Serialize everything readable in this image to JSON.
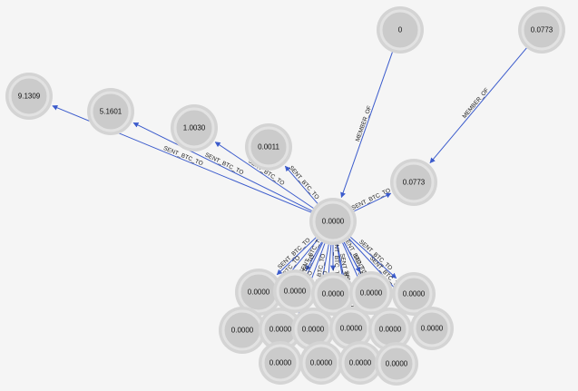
{
  "graph": {
    "nodes": [
      {
        "id": "n_center",
        "label": "0.0000"
      },
      {
        "id": "n_a",
        "label": "9.1309"
      },
      {
        "id": "n_b",
        "label": "5.1601"
      },
      {
        "id": "n_c",
        "label": "1.0030"
      },
      {
        "id": "n_d",
        "label": "0.0011"
      },
      {
        "id": "n_e",
        "label": "0"
      },
      {
        "id": "n_f",
        "label": "0.0773"
      },
      {
        "id": "n_g",
        "label": "0.0773"
      },
      {
        "id": "c1",
        "label": "0.0000"
      },
      {
        "id": "c2",
        "label": "0.0000"
      },
      {
        "id": "c3",
        "label": "0.0000"
      },
      {
        "id": "c4",
        "label": "0.0000"
      },
      {
        "id": "c5",
        "label": "0.0000"
      },
      {
        "id": "c6",
        "label": "0.0000"
      },
      {
        "id": "c7",
        "label": "0.0000"
      },
      {
        "id": "c8",
        "label": "0.0000"
      },
      {
        "id": "c9",
        "label": "0.0000"
      },
      {
        "id": "c10",
        "label": "0.0000"
      },
      {
        "id": "c11",
        "label": "0.0000"
      },
      {
        "id": "c12",
        "label": "0.0000"
      },
      {
        "id": "c13",
        "label": "0.0000"
      },
      {
        "id": "c14",
        "label": "0.0000"
      },
      {
        "id": "c15",
        "label": "0.0000"
      }
    ],
    "edges": [
      {
        "from": "n_center",
        "to": "n_a",
        "label": "SENT_BTC_TO"
      },
      {
        "from": "n_center",
        "to": "n_b",
        "label": "SENT_BTC_TO"
      },
      {
        "from": "n_center",
        "to": "n_c",
        "label": "SENT_BTC_TO"
      },
      {
        "from": "n_center",
        "to": "n_d",
        "label": "SENT_BTC_TO"
      },
      {
        "from": "n_center",
        "to": "n_g",
        "label": "SENT_BTC_TO"
      },
      {
        "from": "n_e",
        "to": "n_center",
        "label": "MEMBER_OF"
      },
      {
        "from": "n_f",
        "to": "n_g",
        "label": "MEMBER_OF"
      },
      {
        "from": "n_center",
        "to": "c1",
        "label": "SENT_BTC_TO"
      },
      {
        "from": "n_center",
        "to": "c2",
        "label": "SENT_BTC_TO"
      },
      {
        "from": "n_center",
        "to": "c3",
        "label": "SENT_BTC_TO"
      },
      {
        "from": "n_center",
        "to": "c4",
        "label": "SENT_BTC_TO"
      },
      {
        "from": "n_center",
        "to": "c5",
        "label": "SENT_BTC_TO"
      },
      {
        "from": "n_center",
        "to": "c6",
        "label": "SENT_BTC_TO"
      },
      {
        "from": "n_center",
        "to": "c7",
        "label": "SENT_BTC_TO"
      },
      {
        "from": "n_center",
        "to": "c8",
        "label": "SENT_BTC_TO"
      },
      {
        "from": "n_center",
        "to": "c9",
        "label": "SENT_BTC_TO"
      },
      {
        "from": "n_center",
        "to": "c10",
        "label": "SENT_BTC_TO"
      },
      {
        "from": "n_center",
        "to": "c11",
        "label": "SENT_BTC_TO"
      },
      {
        "from": "n_center",
        "to": "c12",
        "label": "SENT_BTC_TO"
      },
      {
        "from": "n_center",
        "to": "c13",
        "label": "SENT_BTC_TO"
      },
      {
        "from": "n_center",
        "to": "c14",
        "label": "SENT_BTC_TO"
      },
      {
        "from": "n_center",
        "to": "c15",
        "label": "SENT_BTC_TO"
      }
    ]
  },
  "colors": {
    "edge": "#3b5bcc",
    "node_fill": "#cbcbcb",
    "node_halo": "#d4d4d4",
    "background": "#f5f5f5"
  }
}
